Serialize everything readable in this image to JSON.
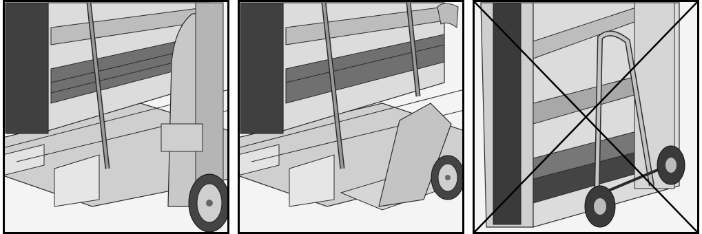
{
  "figure": {
    "panels": [
      {
        "id": "panel-1",
        "shows": "pallet-jack-with-rack",
        "crossed_out": false
      },
      {
        "id": "panel-2",
        "shows": "pallet-jack-with-rack",
        "crossed_out": false
      },
      {
        "id": "panel-3",
        "shows": "hand-truck-with-rack",
        "crossed_out": true
      }
    ],
    "colors": {
      "frame": "#000000",
      "metal_light": "#d4d4d4",
      "metal_mid": "#a9a9a9",
      "metal_dark": "#4a4a4a",
      "outline": "#2a2a2a"
    }
  }
}
